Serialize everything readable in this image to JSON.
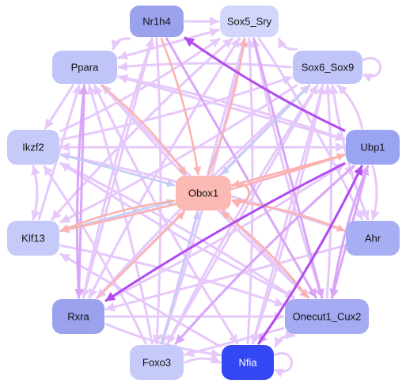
{
  "diagram": {
    "nodes": [
      {
        "id": "nr1h4",
        "label": "Nr1h4",
        "fill": "#9aa2ee",
        "text": "#111111"
      },
      {
        "id": "sox5_sry",
        "label": "Sox5_Sry",
        "fill": "#d2d6fb",
        "text": "#111111"
      },
      {
        "id": "ppara",
        "label": "Ppara",
        "fill": "#c0c4f8",
        "text": "#111111"
      },
      {
        "id": "sox6_sox9",
        "label": "Sox6_Sox9",
        "fill": "#c0c4f8",
        "text": "#111111"
      },
      {
        "id": "ikzf2",
        "label": "Ikzf2",
        "fill": "#c6caf9",
        "text": "#111111"
      },
      {
        "id": "ubp1",
        "label": "Ubp1",
        "fill": "#9aa4f2",
        "text": "#111111"
      },
      {
        "id": "obox1",
        "label": "Obox1",
        "fill": "#fbb9b4",
        "text": "#111111"
      },
      {
        "id": "klf13",
        "label": "Klf13",
        "fill": "#c6caf9",
        "text": "#111111"
      },
      {
        "id": "ahr",
        "label": "Ahr",
        "fill": "#a8aef4",
        "text": "#111111"
      },
      {
        "id": "rxra",
        "label": "Rxra",
        "fill": "#9aa2ee",
        "text": "#111111"
      },
      {
        "id": "onecut1_cux2",
        "label": "Onecut1_Cux2",
        "fill": "#a4abf3",
        "text": "#111111"
      },
      {
        "id": "foxo3",
        "label": "Foxo3",
        "fill": "#c6caf9",
        "text": "#111111"
      },
      {
        "id": "nfia",
        "label": "Nfia",
        "fill": "#3347f2",
        "text": "#ffffff"
      }
    ],
    "edge_colors": {
      "light": "#e6c8fb",
      "medium": "#d9a6f7",
      "strong": "#b24bf0",
      "salmon": "#fbb2ad",
      "blue": "#c4cdf6"
    },
    "edges": [
      {
        "from": "nr1h4",
        "to": "obox1",
        "kind": "salmon"
      },
      {
        "from": "nr1h4",
        "to": "sox5_sry",
        "kind": "light"
      },
      {
        "from": "nr1h4",
        "to": "rxra",
        "kind": "light"
      },
      {
        "from": "nr1h4",
        "to": "foxo3",
        "kind": "light"
      },
      {
        "from": "nr1h4",
        "to": "onecut1_cux2",
        "kind": "medium"
      },
      {
        "from": "nr1h4",
        "to": "ppara",
        "kind": "light"
      },
      {
        "from": "ubp1",
        "to": "nr1h4",
        "kind": "strong"
      },
      {
        "from": "sox5_sry",
        "to": "ppara",
        "kind": "light"
      },
      {
        "from": "sox5_sry",
        "to": "klf13",
        "kind": "light"
      },
      {
        "from": "sox5_sry",
        "to": "foxo3",
        "kind": "light"
      },
      {
        "from": "sox5_sry",
        "to": "onecut1_cux2",
        "kind": "medium"
      },
      {
        "from": "sox5_sry",
        "to": "rxra",
        "kind": "light"
      },
      {
        "from": "sox5_sry",
        "to": "ahr",
        "kind": "light"
      },
      {
        "from": "ppara",
        "to": "sox5_sry",
        "kind": "light"
      },
      {
        "from": "ppara",
        "to": "onecut1_cux2",
        "kind": "light"
      },
      {
        "from": "ppara",
        "to": "obox1",
        "kind": "salmon"
      },
      {
        "from": "ppara",
        "to": "rxra",
        "kind": "medium"
      },
      {
        "from": "ppara",
        "to": "nfia",
        "kind": "light"
      },
      {
        "from": "ppara",
        "to": "ubp1",
        "kind": "light"
      },
      {
        "from": "ppara",
        "to": "ikzf2",
        "kind": "light"
      },
      {
        "from": "sox6_sox9",
        "to": "ppara",
        "kind": "light"
      },
      {
        "from": "sox6_sox9",
        "to": "klf13",
        "kind": "light"
      },
      {
        "from": "sox6_sox9",
        "to": "rxra",
        "kind": "light"
      },
      {
        "from": "sox6_sox9",
        "to": "foxo3",
        "kind": "light"
      },
      {
        "from": "sox6_sox9",
        "to": "nfia",
        "kind": "light"
      },
      {
        "from": "sox6_sox9",
        "to": "obox1",
        "kind": "blue"
      },
      {
        "from": "sox6_sox9",
        "to": "ahr",
        "kind": "light"
      },
      {
        "from": "sox6_sox9",
        "to": "sox5_sry",
        "kind": "light"
      },
      {
        "from": "ikzf2",
        "to": "ubp1",
        "kind": "light"
      },
      {
        "from": "ikzf2",
        "to": "sox5_sry",
        "kind": "light"
      },
      {
        "from": "ikzf2",
        "to": "onecut1_cux2",
        "kind": "light"
      },
      {
        "from": "ikzf2",
        "to": "obox1",
        "kind": "blue"
      },
      {
        "from": "ikzf2",
        "to": "sox6_sox9",
        "kind": "light"
      },
      {
        "from": "ikzf2",
        "to": "klf13",
        "kind": "light"
      },
      {
        "from": "ubp1",
        "to": "obox1",
        "kind": "salmon"
      },
      {
        "from": "ubp1",
        "to": "rxra",
        "kind": "strong"
      },
      {
        "from": "ubp1",
        "to": "klf13",
        "kind": "light"
      },
      {
        "from": "ubp1",
        "to": "ikzf2",
        "kind": "light"
      },
      {
        "from": "ubp1",
        "to": "foxo3",
        "kind": "medium"
      },
      {
        "from": "ubp1",
        "to": "nfia",
        "kind": "medium"
      },
      {
        "from": "ubp1",
        "to": "ppara",
        "kind": "light"
      },
      {
        "from": "ubp1",
        "to": "sox6_sox9",
        "kind": "light"
      },
      {
        "from": "ubp1",
        "to": "ahr",
        "kind": "light"
      },
      {
        "from": "ubp1",
        "to": "onecut1_cux2",
        "kind": "medium"
      },
      {
        "from": "klf13",
        "to": "ubp1",
        "kind": "salmon"
      },
      {
        "from": "klf13",
        "to": "sox5_sry",
        "kind": "light"
      },
      {
        "from": "klf13",
        "to": "ppara",
        "kind": "light"
      },
      {
        "from": "klf13",
        "to": "ikzf2",
        "kind": "light"
      },
      {
        "from": "klf13",
        "to": "onecut1_cux2",
        "kind": "light"
      },
      {
        "from": "klf13",
        "to": "obox1",
        "kind": "blue"
      },
      {
        "from": "ahr",
        "to": "obox1",
        "kind": "salmon"
      },
      {
        "from": "ahr",
        "to": "sox6_sox9",
        "kind": "light"
      },
      {
        "from": "ahr",
        "to": "rxra",
        "kind": "light"
      },
      {
        "from": "ahr",
        "to": "ikzf2",
        "kind": "light"
      },
      {
        "from": "rxra",
        "to": "ppara",
        "kind": "medium"
      },
      {
        "from": "rxra",
        "to": "obox1",
        "kind": "salmon"
      },
      {
        "from": "rxra",
        "to": "ubp1",
        "kind": "light"
      },
      {
        "from": "rxra",
        "to": "sox6_sox9",
        "kind": "light"
      },
      {
        "from": "rxra",
        "to": "onecut1_cux2",
        "kind": "light"
      },
      {
        "from": "rxra",
        "to": "nfia",
        "kind": "light"
      },
      {
        "from": "rxra",
        "to": "sox5_sry",
        "kind": "light"
      },
      {
        "from": "rxra",
        "to": "nr1h4",
        "kind": "light"
      },
      {
        "from": "onecut1_cux2",
        "to": "obox1",
        "kind": "salmon"
      },
      {
        "from": "onecut1_cux2",
        "to": "sox5_sry",
        "kind": "light"
      },
      {
        "from": "onecut1_cux2",
        "to": "ppara",
        "kind": "light"
      },
      {
        "from": "onecut1_cux2",
        "to": "sox6_sox9",
        "kind": "light"
      },
      {
        "from": "onecut1_cux2",
        "to": "ubp1",
        "kind": "medium"
      },
      {
        "from": "onecut1_cux2",
        "to": "foxo3",
        "kind": "light"
      },
      {
        "from": "onecut1_cux2",
        "to": "nfia",
        "kind": "light"
      },
      {
        "from": "onecut1_cux2",
        "to": "ikzf2",
        "kind": "light"
      },
      {
        "from": "foxo3",
        "to": "sox5_sry",
        "kind": "light"
      },
      {
        "from": "foxo3",
        "to": "ppara",
        "kind": "light"
      },
      {
        "from": "foxo3",
        "to": "ubp1",
        "kind": "light"
      },
      {
        "from": "foxo3",
        "to": "obox1",
        "kind": "blue"
      },
      {
        "from": "foxo3",
        "to": "ikzf2",
        "kind": "light"
      },
      {
        "from": "foxo3",
        "to": "nfia",
        "kind": "light"
      },
      {
        "from": "foxo3",
        "to": "sox6_sox9",
        "kind": "light"
      },
      {
        "from": "nfia",
        "to": "ubp1",
        "kind": "strong"
      },
      {
        "from": "nfia",
        "to": "onecut1_cux2",
        "kind": "light"
      },
      {
        "from": "nfia",
        "to": "sox6_sox9",
        "kind": "light"
      },
      {
        "from": "nfia",
        "to": "sox5_sry",
        "kind": "light"
      },
      {
        "from": "nfia",
        "to": "ppara",
        "kind": "light"
      },
      {
        "from": "nfia",
        "to": "klf13",
        "kind": "light"
      },
      {
        "from": "obox1",
        "to": "sox5_sry",
        "kind": "salmon"
      },
      {
        "from": "obox1",
        "to": "onecut1_cux2",
        "kind": "salmon"
      },
      {
        "from": "obox1",
        "to": "ubp1",
        "kind": "salmon"
      },
      {
        "from": "obox1",
        "to": "klf13",
        "kind": "salmon"
      },
      {
        "from": "obox1",
        "to": "ahr",
        "kind": "salmon"
      }
    ],
    "self_loops": [
      "obox1",
      "sox6_sox9",
      "nfia"
    ]
  }
}
